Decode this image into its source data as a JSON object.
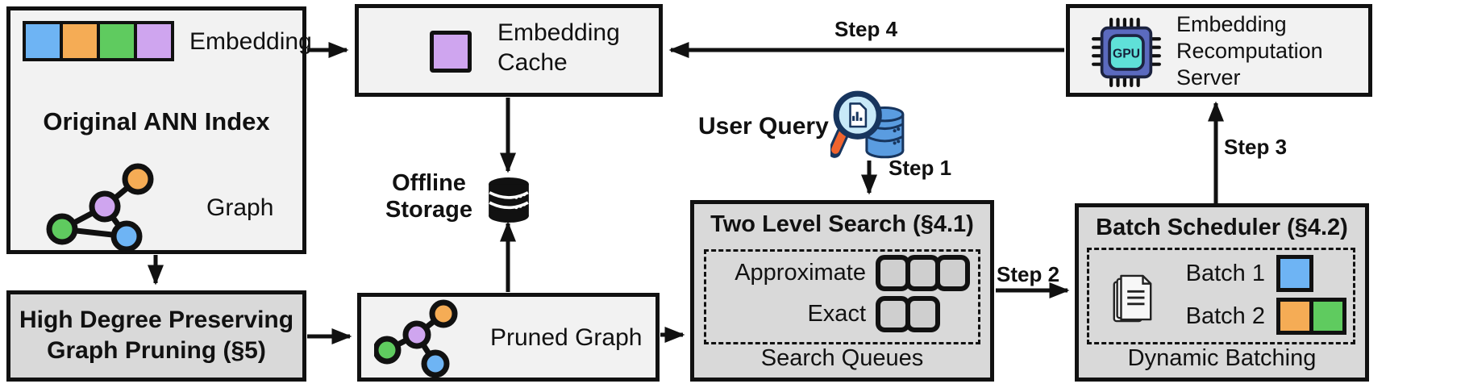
{
  "colors": {
    "blue": "#6eb4f4",
    "orange": "#f5ac55",
    "green": "#5fcb5f",
    "purple": "#cfa5ef",
    "box-light": "#f2f2f2",
    "box-dark": "#d9d9d9",
    "slot-fill": "#cfcfcf",
    "gpu-body": "#5b6abf",
    "gpu-core": "#5fe0d8",
    "db-blue": "#5a9ce0",
    "db-outline": "#17355e",
    "magnifier-glass": "#c8e9f8",
    "magnifier-handle": "#f0642e"
  },
  "original_index": {
    "title": "Original ANN Index",
    "embedding_label": "Embedding",
    "graph_label": "Graph",
    "chip_colors": [
      "blue",
      "orange",
      "green",
      "purple"
    ]
  },
  "embedding_cache": {
    "line1": "Embedding",
    "line2": "Cache"
  },
  "recomputation_server": {
    "line1": "Embedding",
    "line2": "Recomputation",
    "line3": "Server",
    "gpu_label": "GPU"
  },
  "offline_storage": {
    "line1": "Offline",
    "line2": "Storage"
  },
  "user_query": {
    "label": "User Query"
  },
  "two_level_search": {
    "title": "Two Level Search (§4.1)",
    "row1_label": "Approximate",
    "row1_slots": 3,
    "row2_label": "Exact",
    "row2_slots": 2,
    "footer": "Search Queues"
  },
  "batch_scheduler": {
    "title": "Batch Scheduler (§4.2)",
    "batch1_label": "Batch 1",
    "batch1_colors": [
      "blue"
    ],
    "batch2_label": "Batch 2",
    "batch2_colors": [
      "orange",
      "green"
    ],
    "footer": "Dynamic Batching"
  },
  "graph_pruning": {
    "line1": "High Degree Preserving",
    "line2": "Graph Pruning (§5)"
  },
  "pruned_graph": {
    "label": "Pruned Graph"
  },
  "steps": {
    "step1": "Step 1",
    "step2": "Step 2",
    "step3": "Step 3",
    "step4": "Step 4"
  }
}
